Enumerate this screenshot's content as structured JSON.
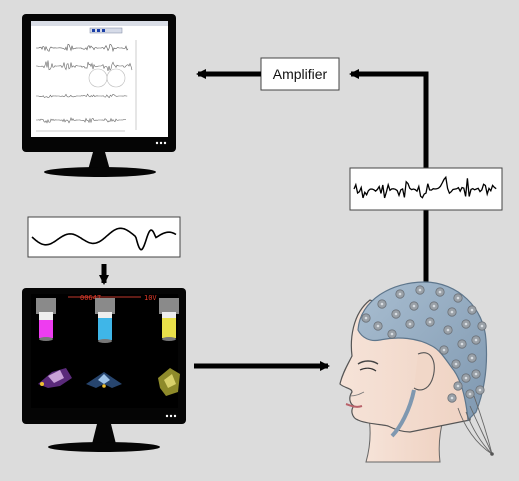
{
  "diagram": {
    "amplifier_label": "Amplifier",
    "top_monitor_title": "",
    "game_hud": {
      "score": "00647",
      "right": "10V"
    },
    "colors": {
      "background": "#dcdcdc",
      "monitor": "#050505",
      "cap": "#8fa8bf",
      "electrode": "#9aa1a8",
      "bar_magenta": "#ee3cf0",
      "bar_cyan": "#3fb6e8",
      "bar_yellow": "#e9e04a",
      "arrow": "#000000"
    }
  }
}
